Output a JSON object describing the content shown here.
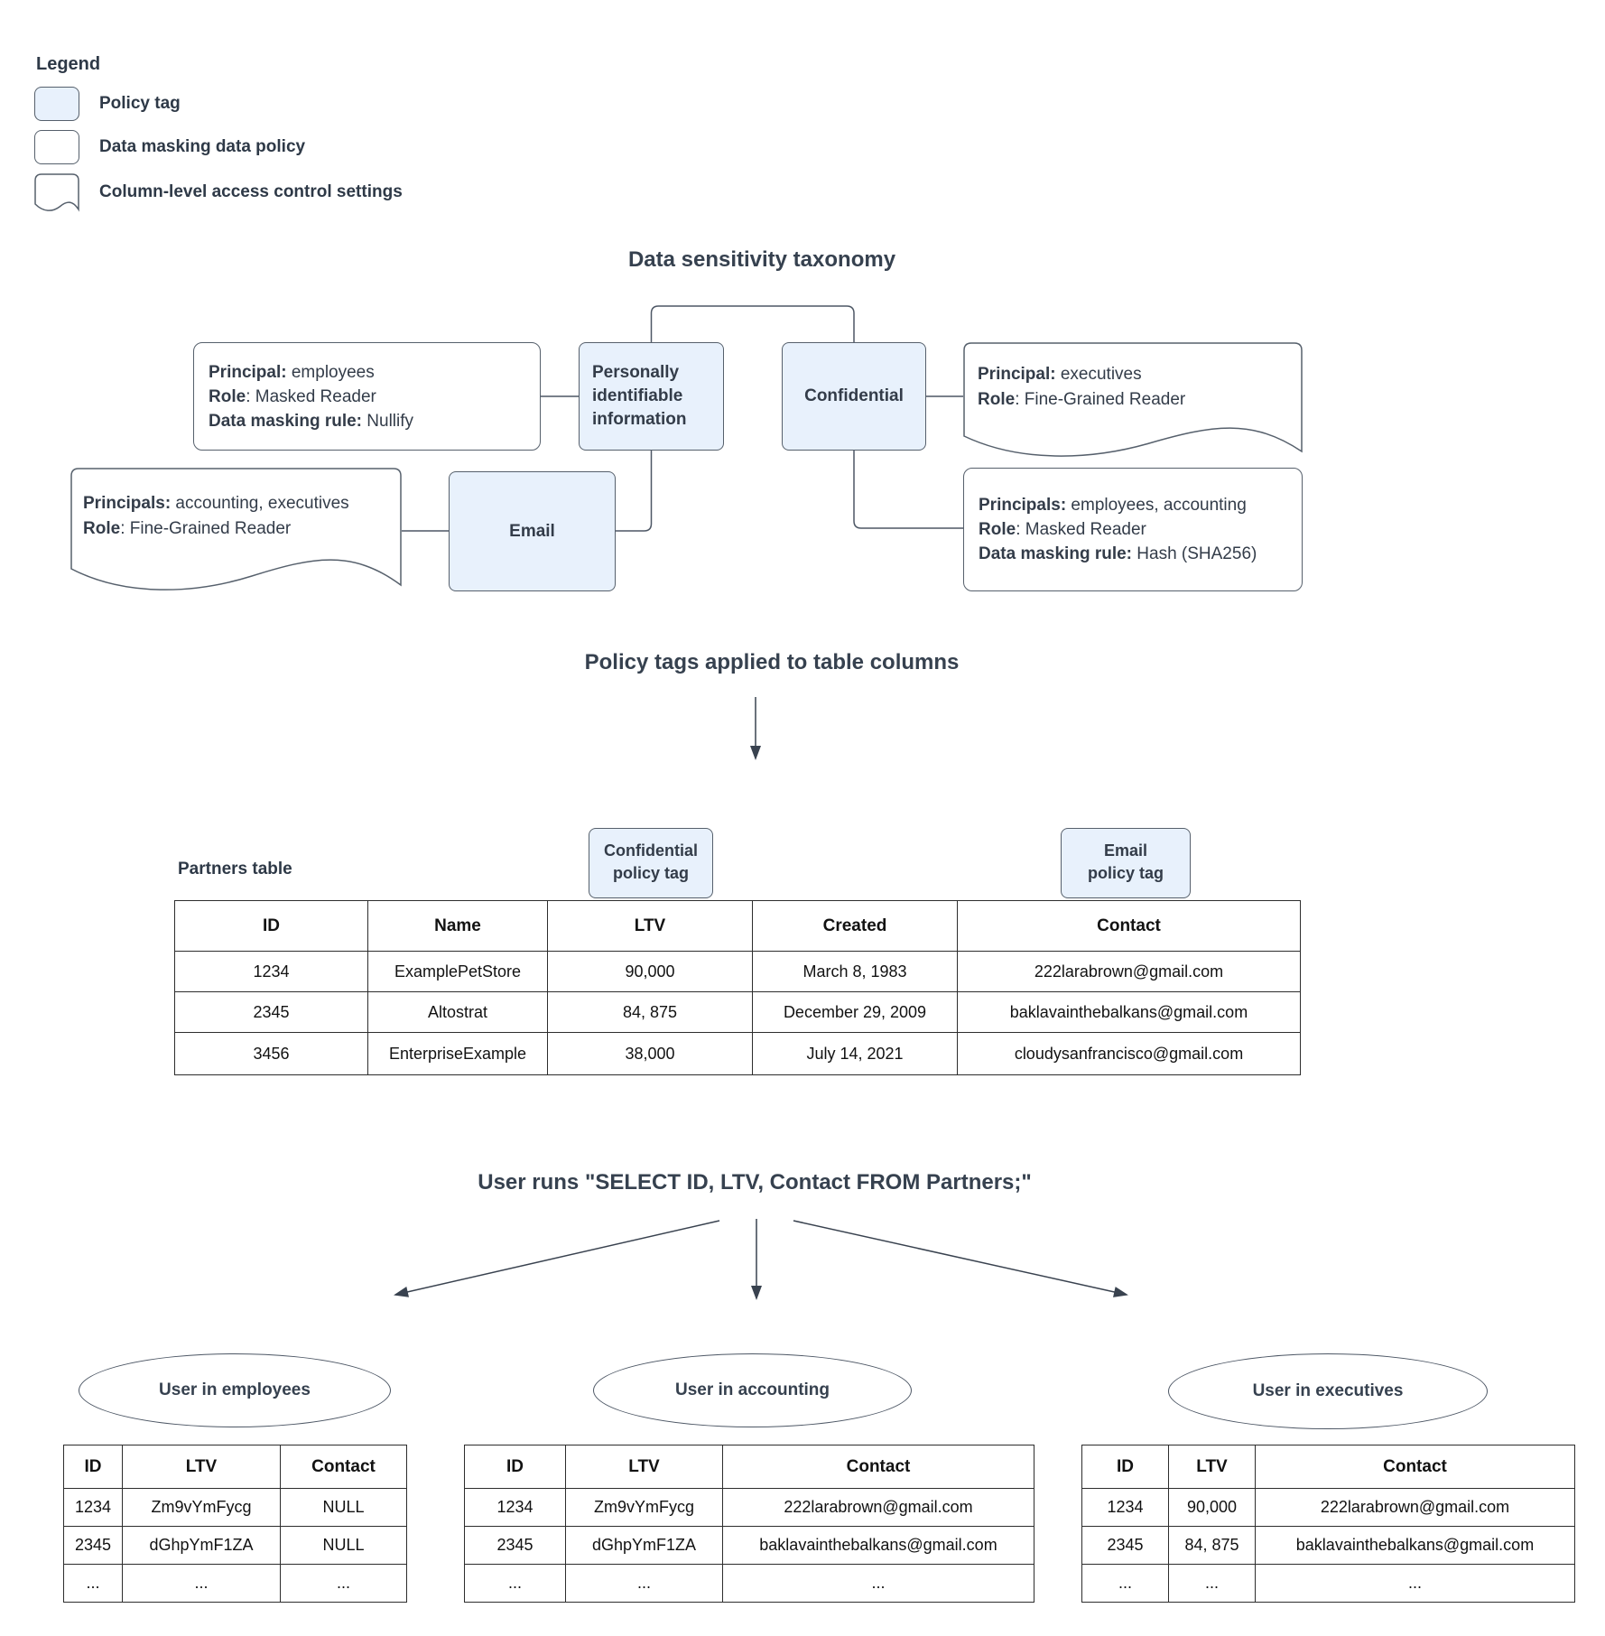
{
  "colors": {
    "policy_tag_fill": "#e8f1fc",
    "shape_border": "#56606c",
    "title_text": "#36414f"
  },
  "legend": {
    "title": "Legend",
    "items": [
      {
        "label": "Policy tag"
      },
      {
        "label": "Data masking data policy"
      },
      {
        "label": "Column-level access control settings"
      }
    ]
  },
  "taxonomy": {
    "title": "Data sensitivity taxonomy",
    "pii_label": "Personally identifiable information",
    "confidential_label": "Confidential",
    "email_label": "Email",
    "nullify_policy": {
      "lines": [
        {
          "b": "Principal:",
          "r": " employees"
        },
        {
          "b": "Role",
          "r": ": Masked Reader"
        },
        {
          "b": "Data masking rule:",
          "r": " Nullify"
        }
      ]
    },
    "executives_acl": {
      "lines": [
        {
          "b": "Principal:",
          "r": " executives"
        },
        {
          "b": "Role",
          "r": ": Fine-Grained Reader"
        }
      ]
    },
    "email_acl": {
      "lines": [
        {
          "b": "Principals:",
          "r": " accounting, executives"
        },
        {
          "b": "Role",
          "r": ": Fine-Grained Reader"
        }
      ]
    },
    "hash_policy": {
      "lines": [
        {
          "b": "Principals:",
          "r": " employees, accounting"
        },
        {
          "b": "Role",
          "r": ": Masked Reader"
        },
        {
          "b": "Data masking rule:",
          "r": " Hash (SHA256)"
        }
      ]
    }
  },
  "partners_section": {
    "title": "Policy tags applied to table columns",
    "table_label": "Partners table",
    "confidential_tag": {
      "line1": "Confidential",
      "line2": "policy tag"
    },
    "email_tag": {
      "line1": "Email",
      "line2": "policy tag"
    },
    "table": {
      "columns": [
        "ID",
        "Name",
        "LTV",
        "Created",
        "Contact"
      ],
      "rows": [
        [
          "1234",
          "ExamplePetStore",
          "90,000",
          "March 8, 1983",
          "222larabrown@gmail.com"
        ],
        [
          "2345",
          "Altostrat",
          "84, 875",
          "December 29, 2009",
          "baklavainthebalkans@gmail.com"
        ],
        [
          "3456",
          "EnterpriseExample",
          "38,000",
          "July 14, 2021",
          "cloudysanfrancisco@gmail.com"
        ]
      ]
    }
  },
  "query_section": {
    "title": "User runs \"SELECT ID, LTV, Contact FROM Partners;\"",
    "results": [
      {
        "user": "User in employees",
        "columns": [
          "ID",
          "LTV",
          "Contact"
        ],
        "rows": [
          [
            "1234",
            "Zm9vYmFycg",
            "NULL"
          ],
          [
            "2345",
            "dGhpYmF1ZA",
            "NULL"
          ],
          [
            "...",
            "...",
            "..."
          ]
        ]
      },
      {
        "user": "User in accounting",
        "columns": [
          "ID",
          "LTV",
          "Contact"
        ],
        "rows": [
          [
            "1234",
            "Zm9vYmFycg",
            "222larabrown@gmail.com"
          ],
          [
            "2345",
            "dGhpYmF1ZA",
            "baklavainthebalkans@gmail.com"
          ],
          [
            "...",
            "...",
            "..."
          ]
        ]
      },
      {
        "user": "User in executives",
        "columns": [
          "ID",
          "LTV",
          "Contact"
        ],
        "rows": [
          [
            "1234",
            "90,000",
            "222larabrown@gmail.com"
          ],
          [
            "2345",
            "84, 875",
            "baklavainthebalkans@gmail.com"
          ],
          [
            "...",
            "...",
            "..."
          ]
        ]
      }
    ]
  }
}
